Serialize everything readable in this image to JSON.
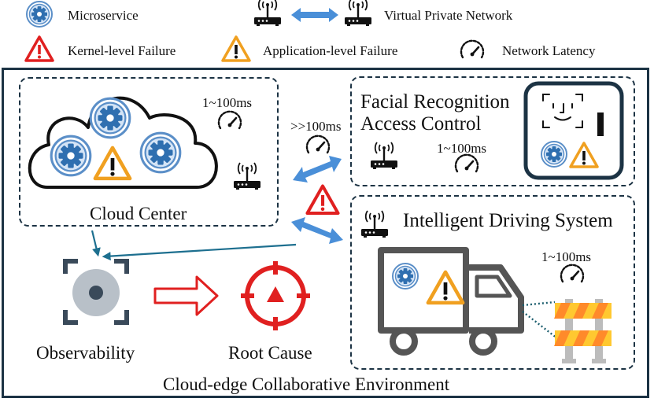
{
  "legend": {
    "microservice": "Microservice",
    "vpn": "Virtual Private Network",
    "kernel_failure": "Kernel-level Failure",
    "app_failure": "Application-level Failure",
    "latency": "Network Latency"
  },
  "cloud": {
    "latency": "1~100ms",
    "label": "Cloud Center"
  },
  "link": {
    "latency": ">>100ms"
  },
  "facial": {
    "title_line1": "Facial Recognition",
    "title_line2": "Access Control",
    "latency": "1~100ms"
  },
  "driving": {
    "title": "Intelligent Driving System",
    "latency": "1~100ms"
  },
  "flow": {
    "observability": "Observability",
    "root_cause": "Root Cause"
  },
  "environment": {
    "label": "Cloud-edge Collaborative Environment"
  },
  "colors": {
    "navy": "#1c3344",
    "kernel_red": "#e02020",
    "app_orange": "#f0a020",
    "micro_blue": "#2f6fb0",
    "link_blue": "#4a8fd8",
    "teal_arrow": "#1d6f8f"
  }
}
